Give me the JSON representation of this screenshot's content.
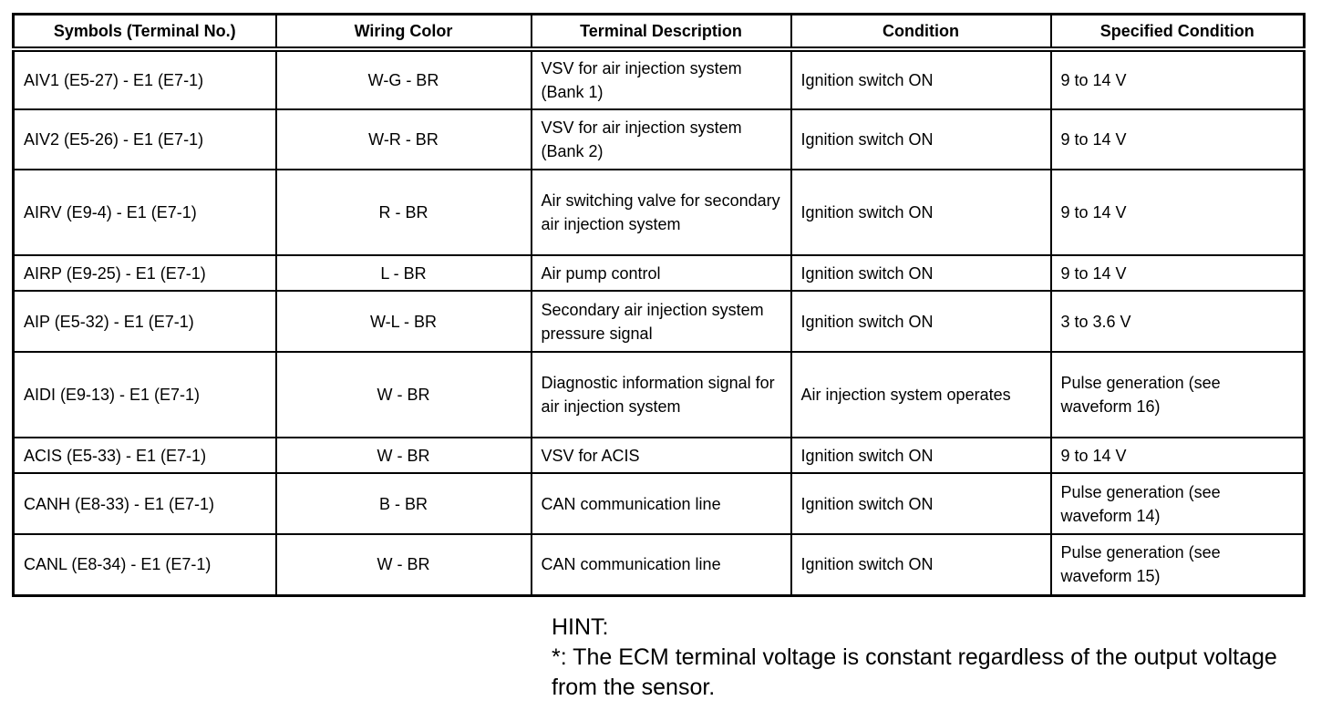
{
  "table": {
    "columns": [
      "Symbols (Terminal No.)",
      "Wiring Color",
      "Terminal Description",
      "Condition",
      "Specified Condition"
    ],
    "rows": [
      {
        "symbol": "AIV1 (E5-27) - E1 (E7-1)",
        "wiring_color": "W-G - BR",
        "terminal_description": "VSV for air injection system (Bank 1)",
        "condition": "Ignition switch ON",
        "specified_condition": "9 to 14 V"
      },
      {
        "symbol": "AIV2 (E5-26) - E1 (E7-1)",
        "wiring_color": "W-R - BR",
        "terminal_description": "VSV for air injection system (Bank 2)",
        "condition": "Ignition switch ON",
        "specified_condition": "9 to 14 V"
      },
      {
        "symbol": "AIRV (E9-4) - E1 (E7-1)",
        "wiring_color": "R - BR",
        "terminal_description": "Air switching valve for secondary air injection system",
        "condition": "Ignition switch ON",
        "specified_condition": "9 to 14 V"
      },
      {
        "symbol": "AIRP (E9-25) - E1 (E7-1)",
        "wiring_color": "L - BR",
        "terminal_description": "Air pump control",
        "condition": "Ignition switch ON",
        "specified_condition": "9 to 14 V"
      },
      {
        "symbol": "AIP (E5-32) - E1 (E7-1)",
        "wiring_color": "W-L - BR",
        "terminal_description": "Secondary air injection system pressure signal",
        "condition": "Ignition switch ON",
        "specified_condition": "3 to 3.6 V"
      },
      {
        "symbol": "AIDI (E9-13) - E1 (E7-1)",
        "wiring_color": "W - BR",
        "terminal_description": "Diagnostic information signal for air injection system",
        "condition": "Air injection system operates",
        "specified_condition": "Pulse generation (see waveform 16)"
      },
      {
        "symbol": "ACIS (E5-33) - E1 (E7-1)",
        "wiring_color": "W - BR",
        "terminal_description": "VSV for ACIS",
        "condition": "Ignition switch ON",
        "specified_condition": "9 to 14 V"
      },
      {
        "symbol": "CANH (E8-33) - E1 (E7-1)",
        "wiring_color": "B - BR",
        "terminal_description": "CAN communication line",
        "condition": "Ignition switch ON",
        "specified_condition": "Pulse generation (see waveform 14)"
      },
      {
        "symbol": "CANL (E8-34) - E1 (E7-1)",
        "wiring_color": "W - BR",
        "terminal_description": "CAN communication line",
        "condition": "Ignition switch ON",
        "specified_condition": "Pulse generation (see waveform 15)"
      }
    ]
  },
  "hint": {
    "title": "HINT:",
    "body": "*: The ECM terminal voltage is constant regardless of the output voltage from the sensor.",
    "text_color": "#000000",
    "background_color": "#ffffff"
  }
}
